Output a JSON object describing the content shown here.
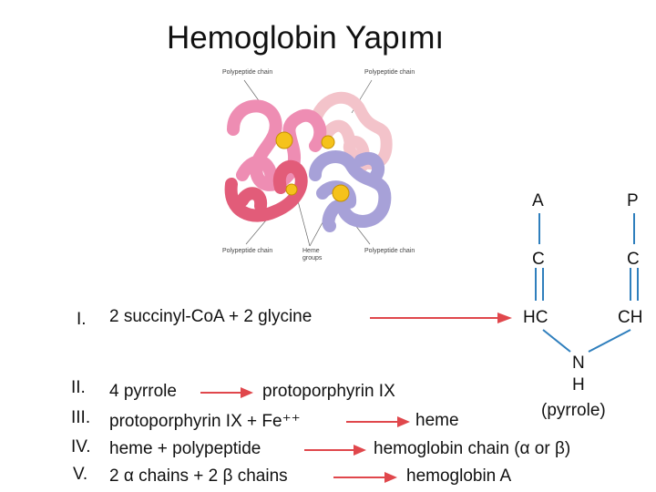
{
  "title": "Hemoglobin Yapımı",
  "figure": {
    "labels": {
      "tl": "Polypeptide chain",
      "tr": "Polypeptide chain",
      "bl": "Polypeptide chain",
      "bm": "Heme groups",
      "br": "Polypeptide chain"
    }
  },
  "pyrrole": {
    "a": "A",
    "p": "P",
    "c1": "C",
    "c2": "C",
    "hc": "HC",
    "ch": "CH",
    "n": "N",
    "h": "H",
    "caption": "(pyrrole)"
  },
  "steps": [
    {
      "num": "I.",
      "left": "2 succinyl-CoA + 2 glycine",
      "right": ""
    },
    {
      "num": "II.",
      "left": "4 pyrrole",
      "right": "protoporphyrin IX"
    },
    {
      "num": "III.",
      "left": "protoporphyrin IX + Fe⁺⁺",
      "right": "heme"
    },
    {
      "num": "IV.",
      "left": "heme + polypeptide",
      "right": "hemoglobin chain (α or β)"
    },
    {
      "num": "V.",
      "left": "2 α chains + 2 β chains",
      "right": "hemoglobin A"
    }
  ],
  "colors": {
    "arrow": "#e0474c",
    "bond": "#2f7fbd",
    "chain_pink": "#ef8fb5",
    "chain_red": "#e25b76",
    "chain_lightpink": "#f5c9cf",
    "chain_lavender": "#a9a3da",
    "heme": "#f5c21b"
  }
}
